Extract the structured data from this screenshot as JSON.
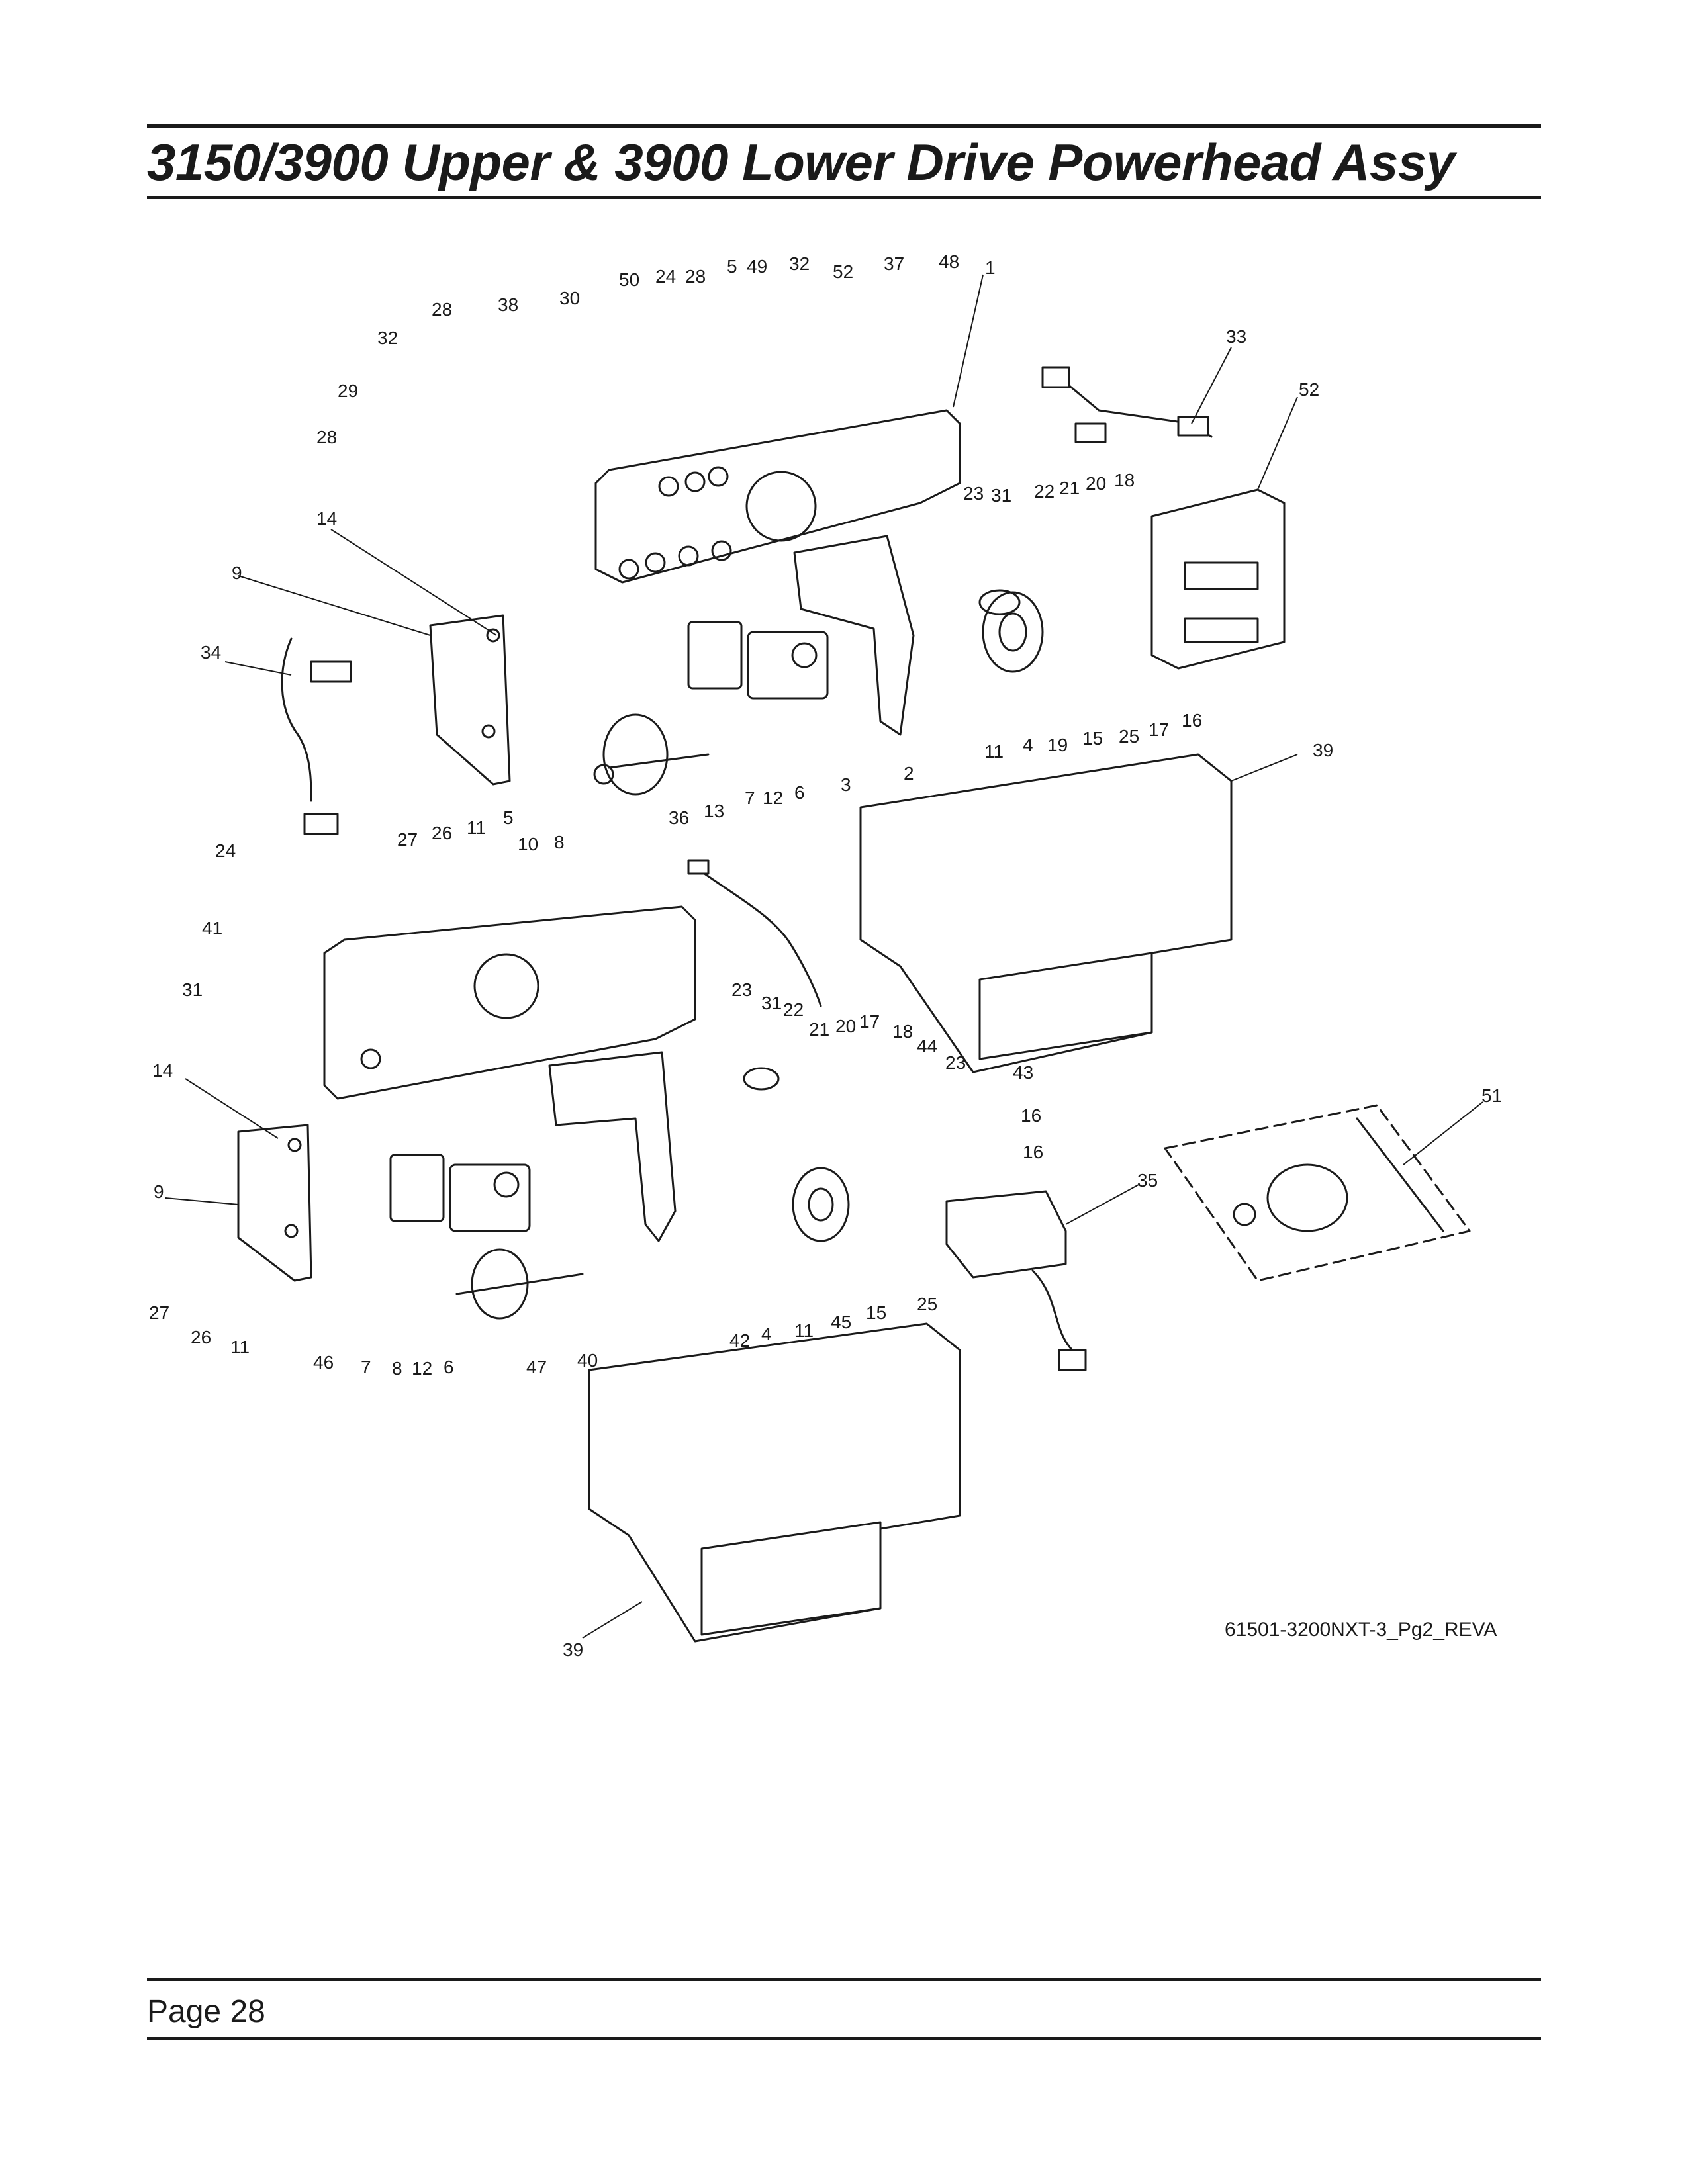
{
  "header": {
    "title": "3150/3900 Upper & 3900 Lower Drive Powerhead Assy"
  },
  "diagram": {
    "doc_id": "61501-3200NXT-3_Pg2_REVA",
    "callouts": {
      "c1": "1",
      "c2": "2",
      "c3": "3",
      "c4a": "4",
      "c4b": "4",
      "c5a": "5",
      "c5b": "5",
      "c6a": "6",
      "c6b": "6",
      "c7a": "7",
      "c7b": "7",
      "c8a": "8",
      "c8b": "8",
      "c9a": "9",
      "c9b": "9",
      "c10": "10",
      "c11a": "11",
      "c11b": "11",
      "c11c": "11",
      "c11d": "11",
      "c12a": "12",
      "c12b": "12",
      "c13": "13",
      "c14a": "14",
      "c14b": "14",
      "c15a": "15",
      "c15b": "15",
      "c16a": "16",
      "c16b": "16",
      "c16c": "16",
      "c17a": "17",
      "c17b": "17",
      "c18a": "18",
      "c18b": "18",
      "c19": "19",
      "c20a": "20",
      "c20b": "20",
      "c21a": "21",
      "c21b": "21",
      "c22a": "22",
      "c22b": "22",
      "c23a": "23",
      "c23b": "23",
      "c23c": "23",
      "c24a": "24",
      "c24b": "24",
      "c25a": "25",
      "c25b": "25",
      "c26a": "26",
      "c26b": "26",
      "c27a": "27",
      "c27b": "27",
      "c28a": "28",
      "c28b": "28",
      "c28c": "28",
      "c29": "29",
      "c30": "30",
      "c31a": "31",
      "c31b": "31",
      "c31c": "31",
      "c32a": "32",
      "c32b": "32",
      "c33": "33",
      "c34": "34",
      "c35": "35",
      "c36": "36",
      "c37": "37",
      "c38": "38",
      "c39a": "39",
      "c39b": "39",
      "c40": "40",
      "c41": "41",
      "c42": "42",
      "c43": "43",
      "c44": "44",
      "c45": "45",
      "c46": "46",
      "c47": "47",
      "c48": "48",
      "c49": "49",
      "c50": "50",
      "c51": "51",
      "c52a": "52",
      "c52b": "52"
    }
  },
  "footer": {
    "page_label": "Page 28"
  }
}
